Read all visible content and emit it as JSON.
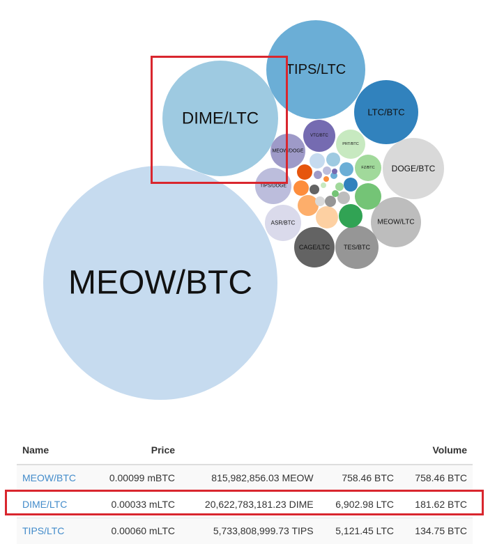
{
  "bubble_chart": {
    "bubbles": [
      {
        "label": "MEOW/BTC",
        "color": "#c6dbef"
      },
      {
        "label": "DIME/LTC",
        "color": "#9ecae1"
      },
      {
        "label": "TIPS/LTC",
        "color": "#6baed6"
      },
      {
        "label": "LTC/BTC",
        "color": "#3182bd"
      },
      {
        "label": "DOGE/BTC",
        "color": "#d9d9d9"
      },
      {
        "label": "MEOW/LTC",
        "color": "#bdbdbd"
      },
      {
        "label": "TES/BTC",
        "color": "#969696"
      },
      {
        "label": "CAGE/LTC",
        "color": "#636363"
      },
      {
        "label": "ASR/BTC",
        "color": "#dadaeb"
      },
      {
        "label": "TIPS/DOGE",
        "color": "#bcbddc"
      },
      {
        "label": "MEOW/DOGE",
        "color": "#9e9ac8"
      },
      {
        "label": "VTC/BTC",
        "color": "#756bb1"
      },
      {
        "label": "PRT/BTC",
        "color": "#c7e9c0"
      },
      {
        "label": "FZ/BTC",
        "color": "#a1d99b"
      },
      {
        "label": "",
        "color": "#74c476"
      },
      {
        "label": "",
        "color": "#31a354"
      },
      {
        "label": "",
        "color": "#fdd0a2"
      },
      {
        "label": "",
        "color": "#fdae6b"
      },
      {
        "label": "",
        "color": "#fd8d3c"
      },
      {
        "label": "",
        "color": "#e6550d"
      },
      {
        "label": "",
        "color": "#c6dbef"
      },
      {
        "label": "",
        "color": "#9ecae1"
      },
      {
        "label": "",
        "color": "#6baed6"
      },
      {
        "label": "",
        "color": "#3182bd"
      },
      {
        "label": "",
        "color": "#bdbdbd"
      },
      {
        "label": "",
        "color": "#969696"
      },
      {
        "label": "",
        "color": "#636363"
      },
      {
        "label": "",
        "color": "#d9d9d9"
      },
      {
        "label": "",
        "color": "#bcbddc"
      },
      {
        "label": "",
        "color": "#9e9ac8"
      },
      {
        "label": "",
        "color": "#a1d99b"
      },
      {
        "label": "",
        "color": "#74c476"
      },
      {
        "label": "",
        "color": "#fd8d3c"
      },
      {
        "label": "",
        "color": "#6baed6"
      },
      {
        "label": "",
        "color": "#c7e9c0"
      },
      {
        "label": "",
        "color": "#756bb1"
      }
    ]
  },
  "table": {
    "headers": {
      "name": "Name",
      "price": "Price",
      "volume": "Volume"
    },
    "rows": [
      {
        "name": "MEOW/BTC",
        "price": "0.00099 mBTC",
        "supply": "815,982,856.03 MEOW",
        "volume_native": "758.46 BTC",
        "volume_btc": "758.46 BTC"
      },
      {
        "name": "DIME/LTC",
        "price": "0.00033 mLTC",
        "supply": "20,622,783,181.23 DIME",
        "volume_native": "6,902.98 LTC",
        "volume_btc": "181.62 BTC"
      },
      {
        "name": "TIPS/LTC",
        "price": "0.00060 mLTC",
        "supply": "5,733,808,999.73 TIPS",
        "volume_native": "5,121.45 LTC",
        "volume_btc": "134.75 BTC"
      }
    ]
  },
  "highlight_color": "#d9262e",
  "link_color": "#428bca"
}
